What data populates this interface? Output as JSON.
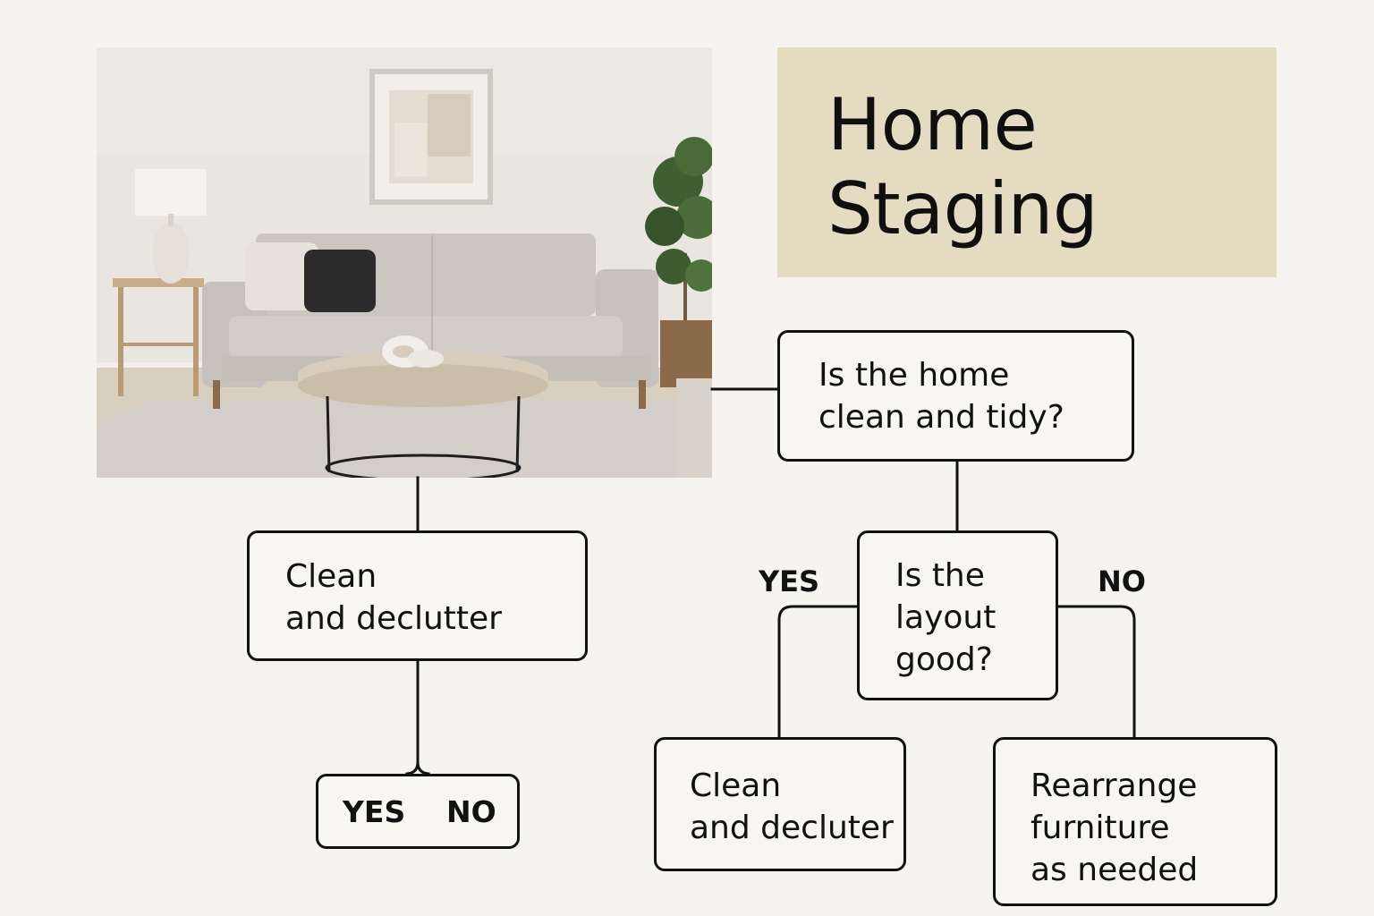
{
  "title": "Home\nStaging",
  "photo": {
    "subject": ""
  },
  "flow": {
    "question_clean": "Is the home\nclean and tidy?",
    "action_clean_left": "Clean\nand declutter",
    "yes_no_box": {
      "yes": "YES",
      "no": "NO"
    },
    "question_layout": "Is the\nlayout\ngood?",
    "branch_yes": "YES",
    "branch_no": "NO",
    "action_clean_right": "Clean\nand decluter",
    "action_rearrange": "Rearrange\nfurniture\nas needed"
  },
  "colors": {
    "background": "#f6f4ef",
    "title_panel": "#e4dbc1",
    "line": "#111111"
  }
}
